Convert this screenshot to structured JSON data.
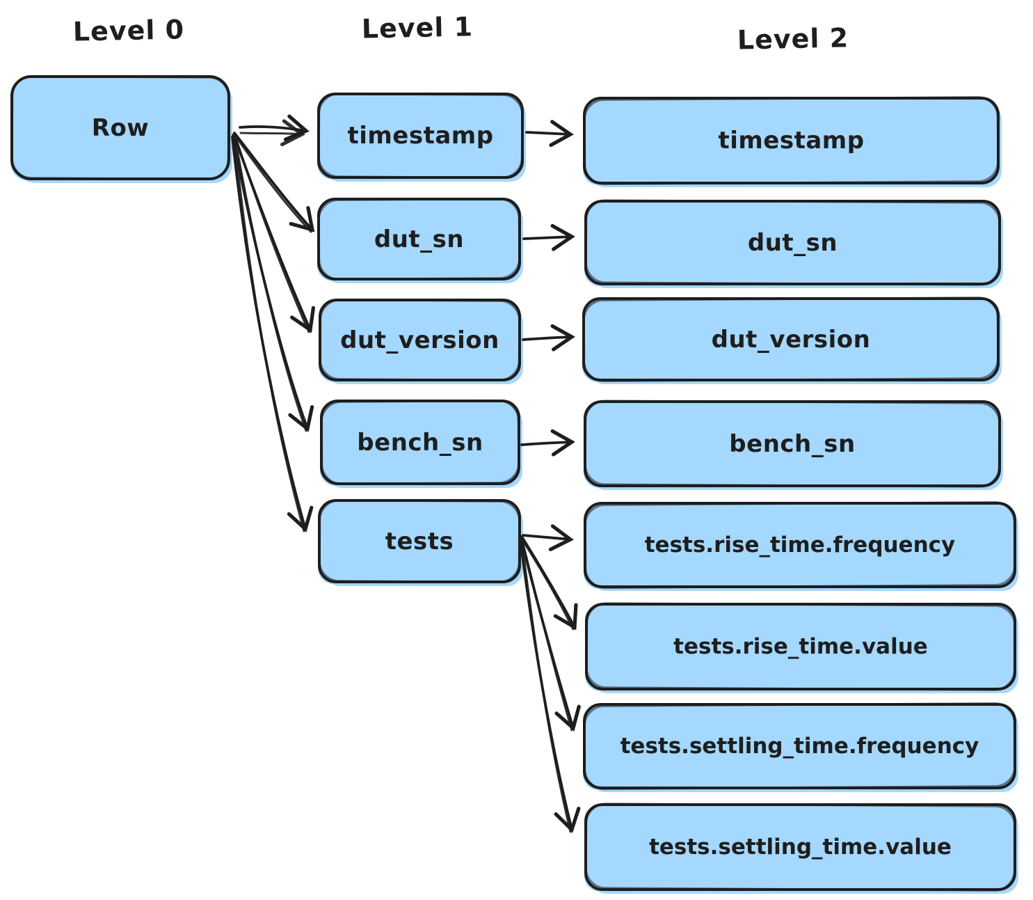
{
  "headers": [
    {
      "label": "Level 0"
    },
    {
      "label": "Level 1"
    },
    {
      "label": "Level 2"
    }
  ],
  "colors": {
    "box_fill": "#a5d8ff",
    "stroke": "#1e1e1e",
    "background": "#ffffff"
  },
  "nodes": {
    "row": {
      "label": "Row"
    },
    "level1": [
      {
        "label": "timestamp"
      },
      {
        "label": "dut_sn"
      },
      {
        "label": "dut_version"
      },
      {
        "label": "bench_sn"
      },
      {
        "label": "tests"
      }
    ],
    "level2": [
      {
        "label": "timestamp"
      },
      {
        "label": "dut_sn"
      },
      {
        "label": "dut_version"
      },
      {
        "label": "bench_sn"
      },
      {
        "label": "tests.rise_time.frequency"
      },
      {
        "label": "tests.rise_time.value"
      },
      {
        "label": "tests.settling_time.frequency"
      },
      {
        "label": "tests.settling_time.value"
      }
    ]
  },
  "edges": [
    {
      "from": "Row",
      "to": "timestamp"
    },
    {
      "from": "Row",
      "to": "dut_sn"
    },
    {
      "from": "Row",
      "to": "dut_version"
    },
    {
      "from": "Row",
      "to": "bench_sn"
    },
    {
      "from": "Row",
      "to": "tests"
    },
    {
      "from": "timestamp",
      "to": "timestamp"
    },
    {
      "from": "dut_sn",
      "to": "dut_sn"
    },
    {
      "from": "dut_version",
      "to": "dut_version"
    },
    {
      "from": "bench_sn",
      "to": "bench_sn"
    },
    {
      "from": "tests",
      "to": "tests.rise_time.frequency"
    },
    {
      "from": "tests",
      "to": "tests.rise_time.value"
    },
    {
      "from": "tests",
      "to": "tests.settling_time.frequency"
    },
    {
      "from": "tests",
      "to": "tests.settling_time.value"
    }
  ]
}
